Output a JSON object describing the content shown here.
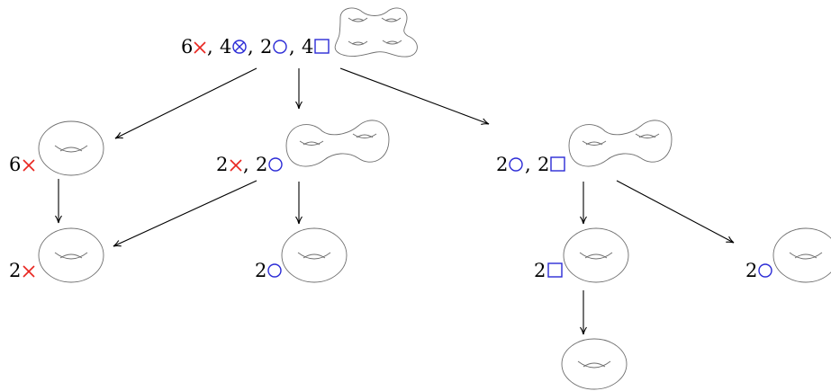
{
  "colors": {
    "cross": "#e8251f",
    "circle": "#2a2ad6",
    "square": "#2a2ad6",
    "otimes": "#2a2ad6"
  },
  "nodes": [
    {
      "id": "root",
      "terms": [
        {
          "count": "6",
          "sym": "cross"
        },
        {
          "count": "4",
          "sym": "otimes"
        },
        {
          "count": "2",
          "sym": "circle"
        },
        {
          "count": "4",
          "sym": "square"
        }
      ],
      "genus": 4
    },
    {
      "id": "left",
      "terms": [
        {
          "count": "6",
          "sym": "cross"
        }
      ],
      "genus": 1
    },
    {
      "id": "middle",
      "terms": [
        {
          "count": "2",
          "sym": "cross"
        },
        {
          "count": "2",
          "sym": "circle"
        }
      ],
      "genus": 2
    },
    {
      "id": "right",
      "terms": [
        {
          "count": "2",
          "sym": "circle"
        },
        {
          "count": "2",
          "sym": "square"
        }
      ],
      "genus": 2
    },
    {
      "id": "ll",
      "terms": [
        {
          "count": "2",
          "sym": "cross"
        }
      ],
      "genus": 1
    },
    {
      "id": "ml",
      "terms": [
        {
          "count": "2",
          "sym": "circle"
        }
      ],
      "genus": 1
    },
    {
      "id": "rl",
      "terms": [
        {
          "count": "2",
          "sym": "square"
        }
      ],
      "genus": 1
    },
    {
      "id": "rr",
      "terms": [
        {
          "count": "2",
          "sym": "circle"
        }
      ],
      "genus": 1
    },
    {
      "id": "bottom",
      "terms": [],
      "genus": 1
    }
  ],
  "edges": [
    [
      "root",
      "left"
    ],
    [
      "root",
      "middle"
    ],
    [
      "root",
      "right"
    ],
    [
      "left",
      "ll"
    ],
    [
      "middle",
      "ll"
    ],
    [
      "middle",
      "ml"
    ],
    [
      "right",
      "rl"
    ],
    [
      "right",
      "rr"
    ],
    [
      "rl",
      "bottom"
    ]
  ]
}
